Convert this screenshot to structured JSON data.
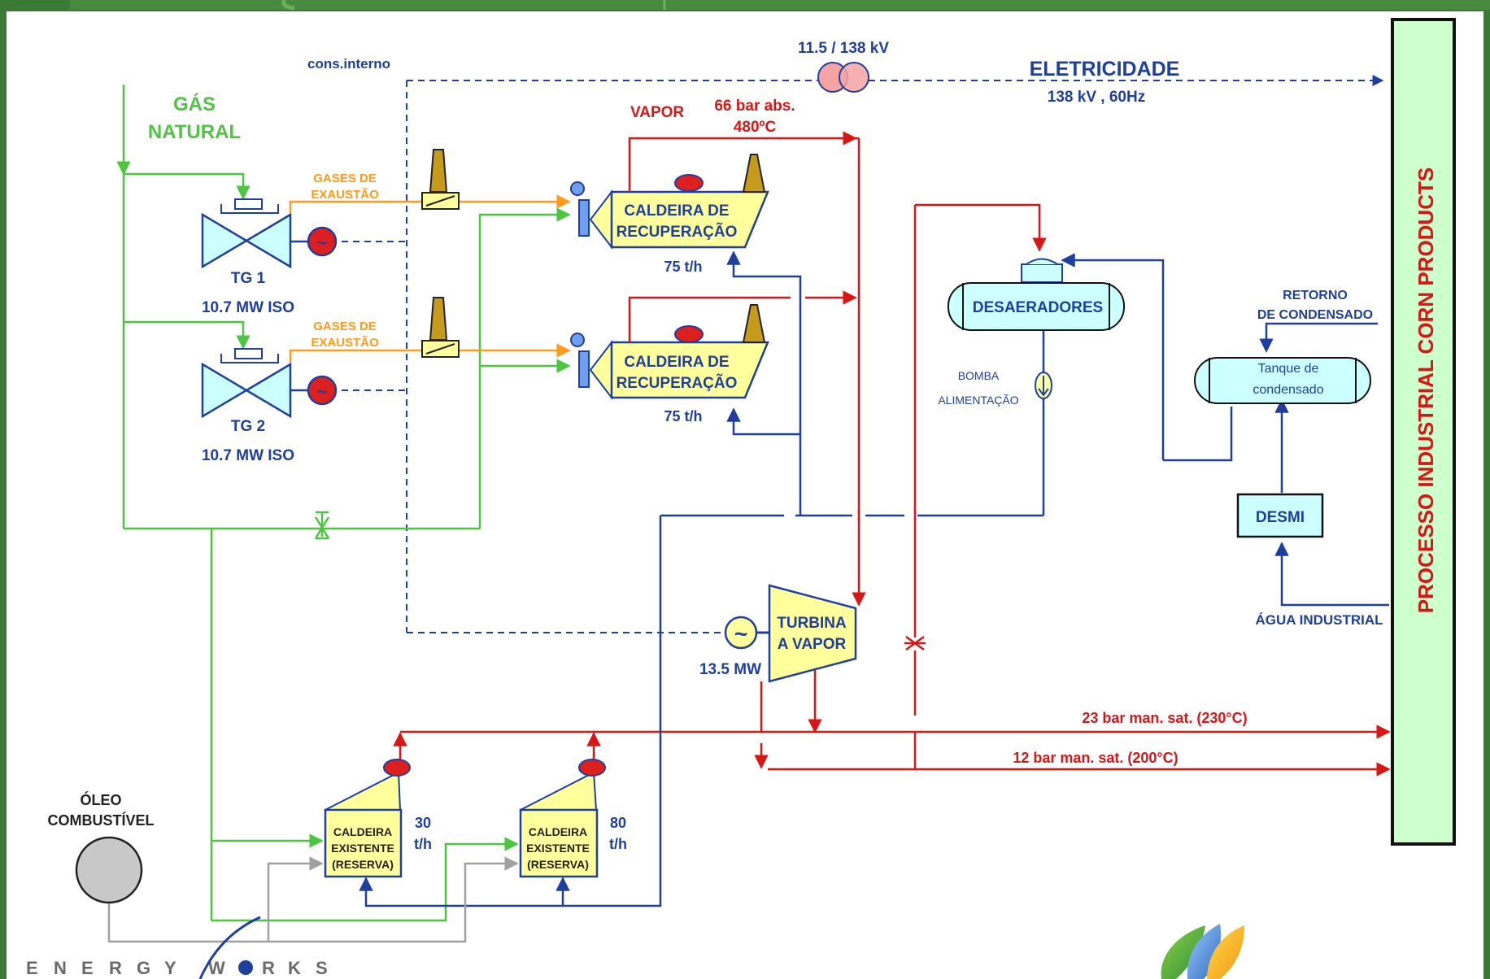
{
  "colors": {
    "gas": "#4cc63f",
    "steam": "#d81616",
    "water": "#1f3f9f",
    "exhaust": "#ff9a1a",
    "oil": "#a0a0a0",
    "box_fill": "#ffff9c",
    "tank_fill": "#ccffff",
    "frame": "#3a7a35"
  },
  "header": {
    "cons_interno": "cons.interno",
    "transformer": "11.5 / 138 kV",
    "eletricidade": "ELETRICIDADE",
    "grid_spec": "138 kV , 60Hz"
  },
  "gas": {
    "line1": "GÁS",
    "line2": "NATURAL"
  },
  "exhaust_label": {
    "line1": "GASES DE",
    "line2": "EXAUSTÃO"
  },
  "vapor": {
    "label": "VAPOR",
    "pressure": "66 bar abs.",
    "temperature": "480ºC"
  },
  "tg1": {
    "name": "TG 1",
    "rating": "10.7 MW ISO"
  },
  "tg2": {
    "name": "TG 2",
    "rating": "10.7 MW ISO"
  },
  "boiler_recup": {
    "line1": "CALDEIRA DE",
    "line2": "RECUPERAÇÃO",
    "capacity": "75 t/h"
  },
  "deaerator": "DESAERADORES",
  "pump": {
    "line1": "BOMBA",
    "line2": "ALIMENTAÇÃO"
  },
  "condensate_return": {
    "line1": "RETORNO",
    "line2": "DE CONDENSADO"
  },
  "condensate_tank": {
    "line1": "Tanque de",
    "line2": "condensado"
  },
  "desmi": "DESMI",
  "agua_industrial": "ÁGUA INDUSTRIAL",
  "process": "PROCESSO INDUSTRIAL CORN PRODUCTS",
  "turbine": {
    "line1": "TURBINA",
    "line2": "A VAPOR",
    "power": "13.5 MW"
  },
  "steam_lines": {
    "high": "23 bar man. sat. (230°C)",
    "low": "12 bar man. sat. (200°C)"
  },
  "oil": {
    "line1": "ÓLEO",
    "line2": "COMBUSTÍVEL"
  },
  "existing_boiler": {
    "line1": "CALDEIRA",
    "line2": "EXISTENTE",
    "line3": "(RESERVA)",
    "b1_cap1": "30",
    "b1_cap2": "t/h",
    "b2_cap1": "80",
    "b2_cap2": "t/h"
  },
  "logo": {
    "letters": [
      "E",
      "N",
      "E",
      "R",
      "G",
      "Y",
      "W",
      "R",
      "K",
      "S"
    ]
  }
}
